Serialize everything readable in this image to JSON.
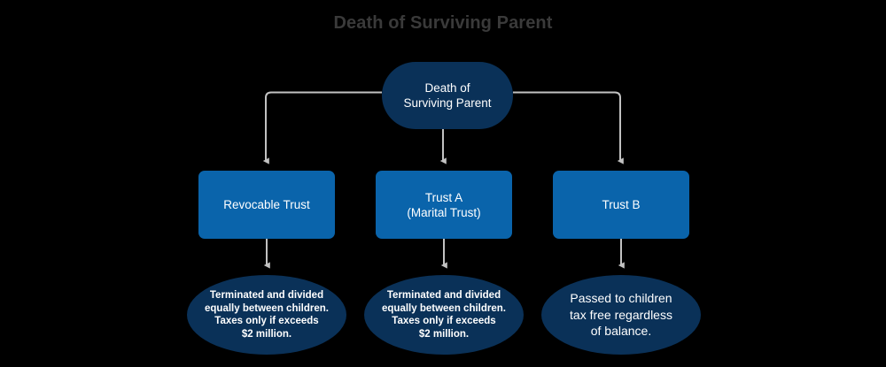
{
  "page": {
    "title": "Death of Surviving Parent",
    "background_color": "#000000",
    "title_color": "#3a3a3a"
  },
  "theme": {
    "root_node_color": "#0a3158",
    "box_node_color": "#0a64ab",
    "ellipse_node_color": "#0a3158",
    "edge_color": "#c2c2c2",
    "node_text_color": "#ffffff"
  },
  "diagram": {
    "type": "flowchart",
    "root": {
      "id": "root",
      "label": "Death of\nSurviving Parent"
    },
    "branches": [
      {
        "id": "revocable-trust",
        "label": "Revocable Trust",
        "outcome": {
          "id": "revocable-trust-outcome",
          "label": "Terminated and divided\nequally between children.\nTaxes only if exceeds\n$2 million."
        }
      },
      {
        "id": "trust-a",
        "label": "Trust A\n(Marital Trust)",
        "outcome": {
          "id": "trust-a-outcome",
          "label": "Terminated and divided\nequally between children.\nTaxes only if exceeds\n$2 million."
        }
      },
      {
        "id": "trust-b",
        "label": "Trust B",
        "outcome": {
          "id": "trust-b-outcome",
          "label": "Passed to children\ntax free regardless\nof balance."
        }
      }
    ]
  }
}
